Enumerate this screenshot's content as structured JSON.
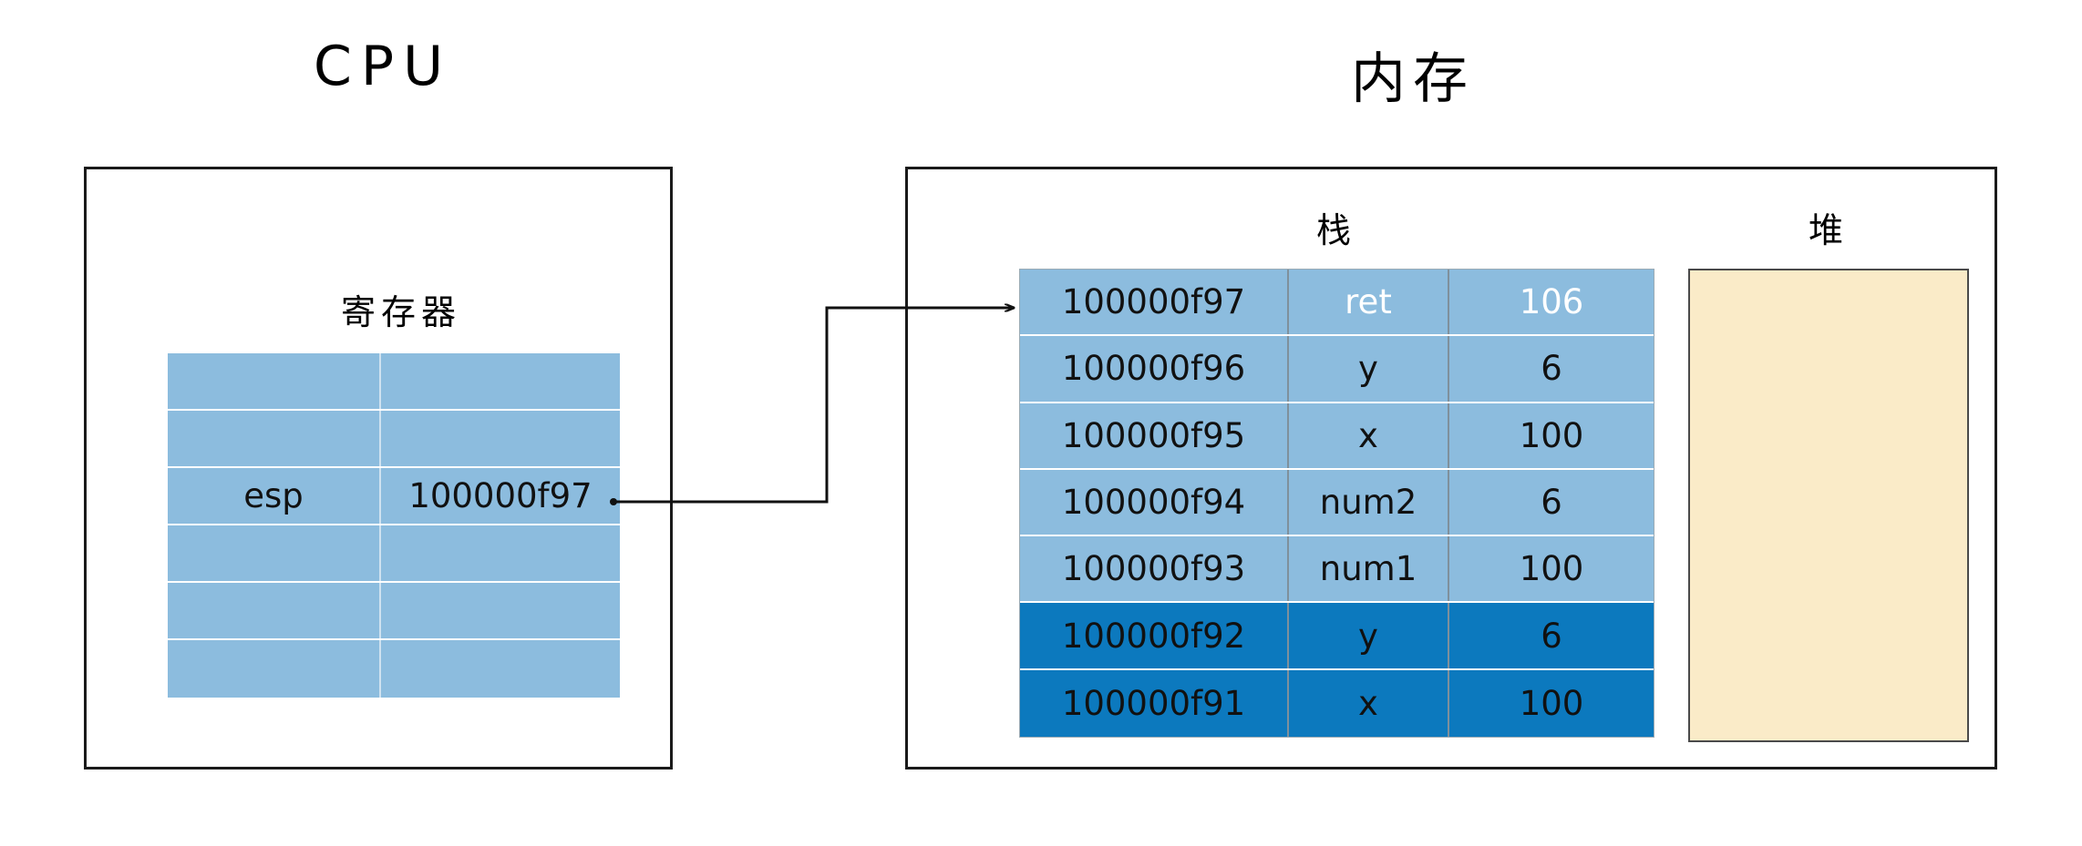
{
  "diagram": {
    "cpu": {
      "title": "CPU",
      "register_section_title": "寄存器",
      "register_rows": [
        {
          "name": "",
          "value": ""
        },
        {
          "name": "",
          "value": ""
        },
        {
          "name": "esp",
          "value": "100000f97"
        },
        {
          "name": "",
          "value": ""
        },
        {
          "name": "",
          "value": ""
        },
        {
          "name": "",
          "value": ""
        }
      ]
    },
    "memory": {
      "title": "内存",
      "stack_section_title": "栈",
      "heap_section_title": "堆",
      "stack_rows": [
        {
          "address": "100000f97",
          "label": "ret",
          "value": "106",
          "shade": "light",
          "text": "white"
        },
        {
          "address": "100000f96",
          "label": "y",
          "value": "6",
          "shade": "light",
          "text": "black"
        },
        {
          "address": "100000f95",
          "label": "x",
          "value": "100",
          "shade": "light",
          "text": "black"
        },
        {
          "address": "100000f94",
          "label": "num2",
          "value": "6",
          "shade": "light",
          "text": "black"
        },
        {
          "address": "100000f93",
          "label": "num1",
          "value": "100",
          "shade": "light",
          "text": "black"
        },
        {
          "address": "100000f92",
          "label": "y",
          "value": "6",
          "shade": "dark",
          "text": "black"
        },
        {
          "address": "100000f91",
          "label": "x",
          "value": "100",
          "shade": "dark",
          "text": "black"
        }
      ],
      "heap_contents": ""
    },
    "connector": {
      "label": "",
      "from": "esp register value",
      "to": "stack slot 100000f97"
    },
    "colors": {
      "stack_light_blue": "#8CBCDE",
      "stack_dark_blue": "#0C79BE",
      "register_blue": "#8CBCDE",
      "heap_cream": "#FAEBC8",
      "outline": "#1a1a1a"
    }
  }
}
